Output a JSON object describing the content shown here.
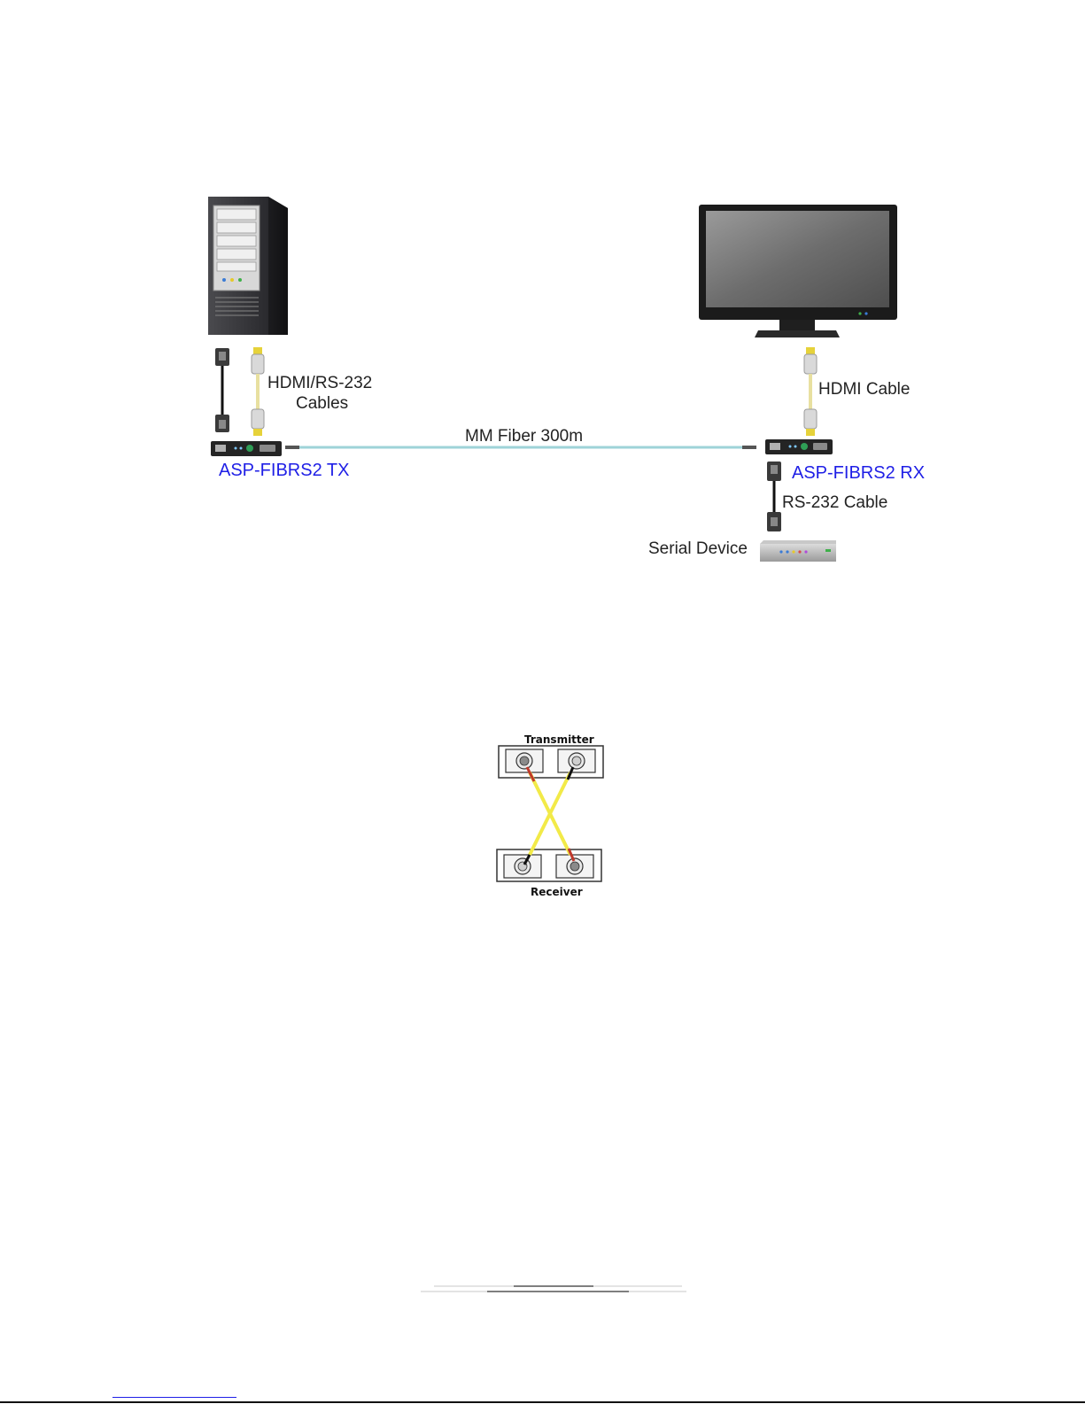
{
  "diagram": {
    "labels": {
      "hdmi_rs232_line1": "HDMI/RS-232",
      "hdmi_rs232_line2": "Cables",
      "hdmi_cable": "HDMI Cable",
      "fiber": "MM Fiber 300m",
      "tx": "ASP-FIBRS2 TX",
      "rx": "ASP-FIBRS2 RX",
      "rs232_cable": "RS-232 Cable",
      "serial_device": "Serial Device"
    },
    "colors": {
      "label_blue": "#1f1fe6",
      "fiber": "#9ed3d8",
      "hdmi_cable": "#e8e0a0",
      "fiber_patch": "#f2ea48"
    }
  },
  "fiber_crossover": {
    "transmitter_label": "Transmitter",
    "receiver_label": "Receiver"
  }
}
